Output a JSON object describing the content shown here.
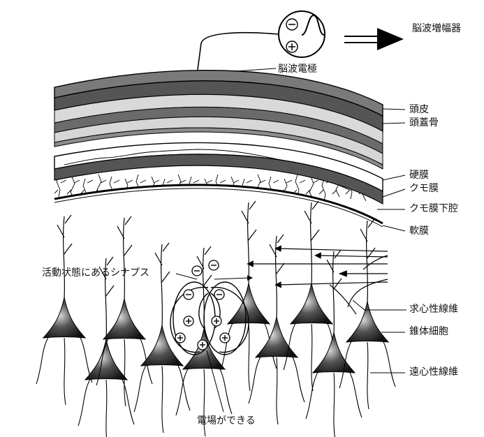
{
  "amplifier": {
    "label": "脳波増幅器"
  },
  "electrode": {
    "label": "脳波電極"
  },
  "layers": {
    "scalp": "頭皮",
    "skull": "頭蓋骨",
    "dura": "硬膜",
    "arachnoid": "クモ膜",
    "subarachnoid": "クモ膜下腔",
    "pia": "軟膜"
  },
  "annotations": {
    "active_synapse": "活動状態にあるシナプス",
    "afferent": "求心性線維",
    "pyramidal": "錐体細胞",
    "efferent": "遠心性線維",
    "field": "電場ができる"
  },
  "signs": {
    "plus": "⊕",
    "minus": "⊖"
  }
}
